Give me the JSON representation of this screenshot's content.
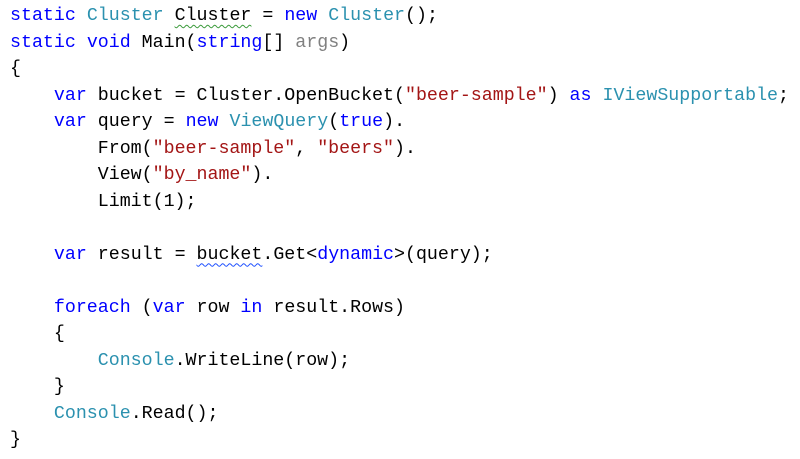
{
  "colors": {
    "keyword": "#0000ff",
    "type": "#2b91af",
    "string": "#a31515",
    "unused": "#808080",
    "text": "#000000"
  },
  "code_lines": [
    [
      [
        "static",
        "kw"
      ],
      [
        " ",
        ""
      ],
      [
        "Cluster",
        "ty"
      ],
      [
        " ",
        ""
      ],
      [
        "Cluster",
        "sq-green"
      ],
      [
        " = ",
        ""
      ],
      [
        "new",
        "kw"
      ],
      [
        " ",
        ""
      ],
      [
        "Cluster",
        "ty"
      ],
      [
        "();",
        ""
      ]
    ],
    [
      [
        "static",
        "kw"
      ],
      [
        " ",
        ""
      ],
      [
        "void",
        "kw"
      ],
      [
        " Main(",
        ""
      ],
      [
        "string",
        "kw"
      ],
      [
        "[] ",
        ""
      ],
      [
        "args",
        "gr"
      ],
      [
        ")",
        ""
      ]
    ],
    [
      [
        "{",
        ""
      ]
    ],
    [
      [
        "    ",
        ""
      ],
      [
        "var",
        "kw"
      ],
      [
        " bucket = Cluster.OpenBucket(",
        ""
      ],
      [
        "\"beer-sample\"",
        "st"
      ],
      [
        ") ",
        ""
      ],
      [
        "as",
        "kw"
      ],
      [
        " ",
        ""
      ],
      [
        "IViewSupportable",
        "ty"
      ],
      [
        ";",
        ""
      ]
    ],
    [
      [
        "    ",
        ""
      ],
      [
        "var",
        "kw"
      ],
      [
        " query = ",
        ""
      ],
      [
        "new",
        "kw"
      ],
      [
        " ",
        ""
      ],
      [
        "ViewQuery",
        "ty"
      ],
      [
        "(",
        ""
      ],
      [
        "true",
        "kw"
      ],
      [
        ").",
        ""
      ]
    ],
    [
      [
        "        From(",
        ""
      ],
      [
        "\"beer-sample\"",
        "st"
      ],
      [
        ", ",
        ""
      ],
      [
        "\"beers\"",
        "st"
      ],
      [
        ").",
        ""
      ]
    ],
    [
      [
        "        View(",
        ""
      ],
      [
        "\"by_name\"",
        "st"
      ],
      [
        ").",
        ""
      ]
    ],
    [
      [
        "        Limit(1);",
        ""
      ]
    ],
    [
      [
        "",
        ""
      ]
    ],
    [
      [
        "    ",
        ""
      ],
      [
        "var",
        "kw"
      ],
      [
        " result = ",
        ""
      ],
      [
        "bucket",
        "sq-blue"
      ],
      [
        ".Get<",
        ""
      ],
      [
        "dynamic",
        "kw"
      ],
      [
        ">(query);",
        ""
      ]
    ],
    [
      [
        "",
        ""
      ]
    ],
    [
      [
        "    ",
        ""
      ],
      [
        "foreach",
        "kw"
      ],
      [
        " (",
        ""
      ],
      [
        "var",
        "kw"
      ],
      [
        " row ",
        ""
      ],
      [
        "in",
        "kw"
      ],
      [
        " result.Rows)",
        ""
      ]
    ],
    [
      [
        "    {",
        ""
      ]
    ],
    [
      [
        "        ",
        ""
      ],
      [
        "Console",
        "ty"
      ],
      [
        ".WriteLine(row);",
        ""
      ]
    ],
    [
      [
        "    }",
        ""
      ]
    ],
    [
      [
        "    ",
        ""
      ],
      [
        "Console",
        "ty"
      ],
      [
        ".Read();",
        ""
      ]
    ],
    [
      [
        "}",
        ""
      ]
    ]
  ]
}
